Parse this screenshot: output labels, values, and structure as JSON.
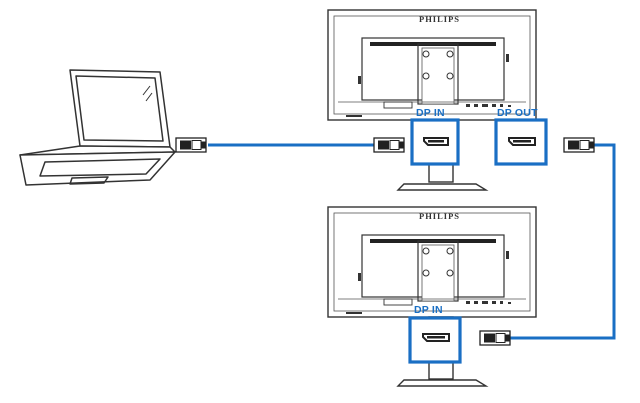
{
  "brand_top": "PHILIPS",
  "brand_bottom": "PHILIPS",
  "ports": {
    "top_in": "DP IN",
    "top_out": "DP OUT",
    "bottom_in": "DP IN"
  },
  "colors": {
    "cable": "#1a6fc4",
    "highlight": "#1a6fc4",
    "label": "#1a6fc4",
    "outline": "#333333"
  }
}
